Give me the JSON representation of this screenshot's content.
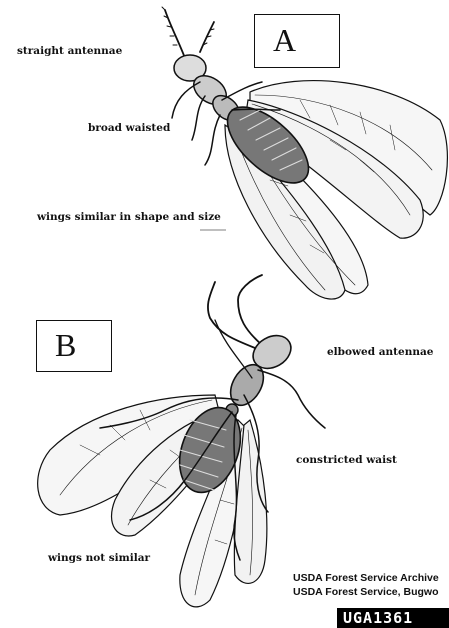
{
  "boxes": {
    "a": "A",
    "b": "B"
  },
  "labels": {
    "straight_antennae": "straight antennae",
    "broad_waisted": "broad waisted",
    "wings_similar": "wings similar in shape and size",
    "elbowed_antennae": "elbowed antennae",
    "constricted_waist": "constricted waist",
    "wings_not_similar": "wings not similar"
  },
  "credit": {
    "line1": "USDA Forest Service Archive",
    "line2": "USDA Forest Service, Bugwo"
  },
  "image_code": "UGA1361"
}
